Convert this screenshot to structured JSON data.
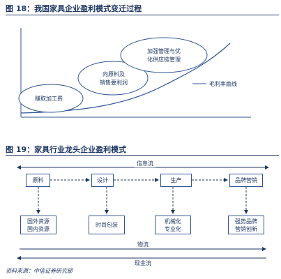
{
  "fig18": {
    "title": "图 18：我国家具企业盈利模式变迁过程",
    "stages": [
      {
        "text": "赚取加工费"
      },
      {
        "line1": "向原料及",
        "line2": "销售要利润"
      },
      {
        "line1": "加强管理与优",
        "line2": "化供应链管理"
      }
    ],
    "curve_label": "毛利率曲线"
  },
  "fig19": {
    "title": "图 19：家具行业龙头企业盈利模式",
    "info_flow": "信息流",
    "chain": [
      "原料",
      "设计",
      "生产",
      "品牌营销"
    ],
    "details": [
      {
        "line1": "国外资源",
        "line2": "国内资源"
      },
      {
        "line1": "时尚包装"
      },
      {
        "line1": "机械化",
        "line2": "专业化"
      },
      {
        "line1": "强势品牌",
        "line2": "营销创新"
      }
    ],
    "logistics_flow": "物流",
    "cash_flow": "现金流"
  },
  "source": "资料来源：中信证券研究部",
  "colors": {
    "accent": "#1f3864",
    "line": "#2e5596"
  }
}
